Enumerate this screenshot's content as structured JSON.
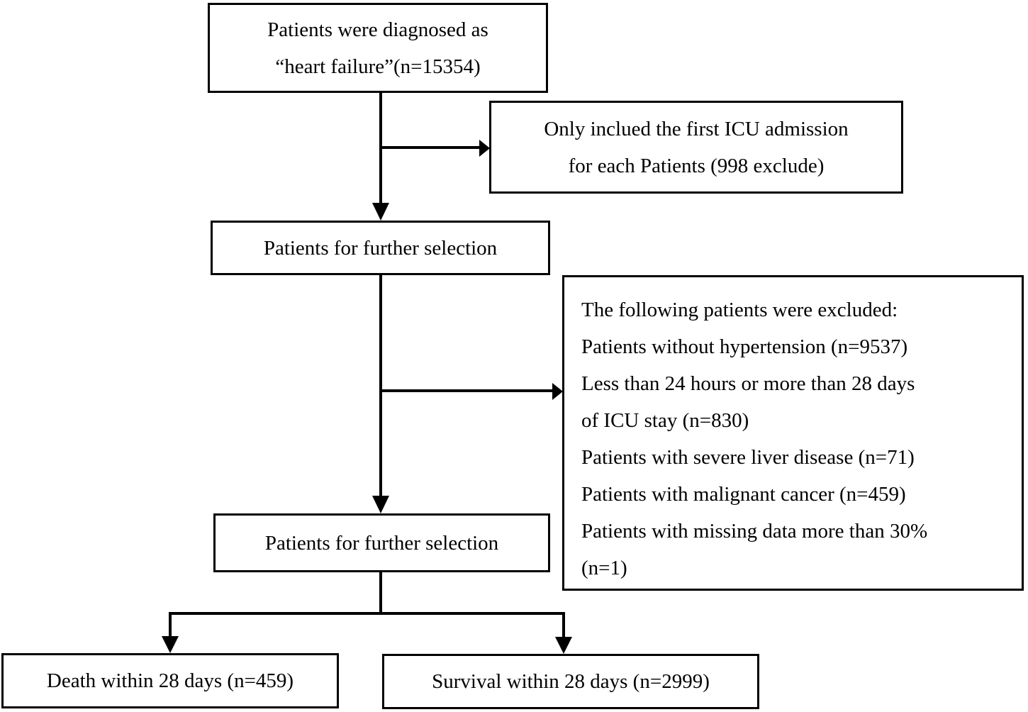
{
  "figure": {
    "background": "#ffffff",
    "line_color": "#000000",
    "text_color": "#000000"
  },
  "nodes": {
    "diagnosed": {
      "lines": [
        "Patients were diagnosed as",
        "“heart failure”(n=15354)"
      ]
    },
    "first_icu_note": {
      "lines": [
        "Only inclued the first ICU admission",
        "for each Patients (998 exclude)"
      ]
    },
    "further_selection_1": {
      "label": "Patients for further selection"
    },
    "exclusions": {
      "lines": [
        "The following patients were excluded:",
        "Patients without hypertension (n=9537)",
        "Less than 24 hours or more than 28 days",
        "of ICU stay (n=830)",
        "Patients with severe liver disease (n=71)",
        "Patients with malignant cancer (n=459)",
        "Patients with missing data more than 30%",
        "(n=1)"
      ]
    },
    "further_selection_2": {
      "label": "Patients for further selection"
    },
    "death": {
      "label": "Death within 28 days (n=459)"
    },
    "survival": {
      "label": "Survival within 28 days (n=2999)"
    }
  }
}
